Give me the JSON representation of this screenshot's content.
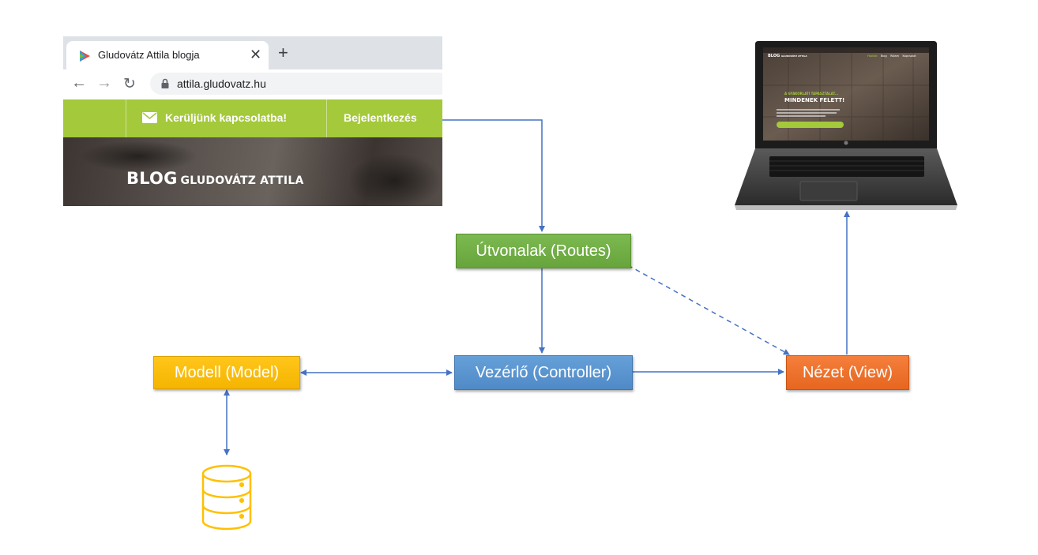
{
  "browser": {
    "tab_title": "Gludovátz Attila blogja",
    "tab_close_icon": "close-icon",
    "new_tab_icon": "plus-icon",
    "url": "attila.gludovatz.hu",
    "back_icon": "arrow-left-icon",
    "forward_icon": "arrow-right-icon",
    "reload_icon": "reload-icon",
    "lock_icon": "lock-icon"
  },
  "site": {
    "contact_label": "Kerüljünk kapcsolatba!",
    "login_label": "Bejelentkezés",
    "logo_big": "BLOG",
    "logo_small": "GLUDOVÁTZ ATTILA",
    "nav_color": "#a4c93a"
  },
  "laptop": {
    "screen_logo_big": "BLOG",
    "screen_logo_small": "GLUDOVÁTZ ATTILA",
    "screen_nav": [
      "Főoldal",
      "Blog",
      "Rólam",
      "Kapcsolat"
    ],
    "screen_kicker": "A GYAKORLATI TAPASZTALAT...",
    "screen_headline": "MINDENEK FELETT!"
  },
  "diagram": {
    "routes_label": "Útvonalak (Routes)",
    "model_label": "Modell (Model)",
    "controller_label": "Vezérlő (Controller)",
    "view_label": "Nézet (View)",
    "database_icon": "database-icon",
    "colors": {
      "routes": "#70ad47",
      "model": "#ffc000",
      "controller": "#5b9bd5",
      "view": "#ed7d31",
      "connector": "#4472c4"
    }
  }
}
